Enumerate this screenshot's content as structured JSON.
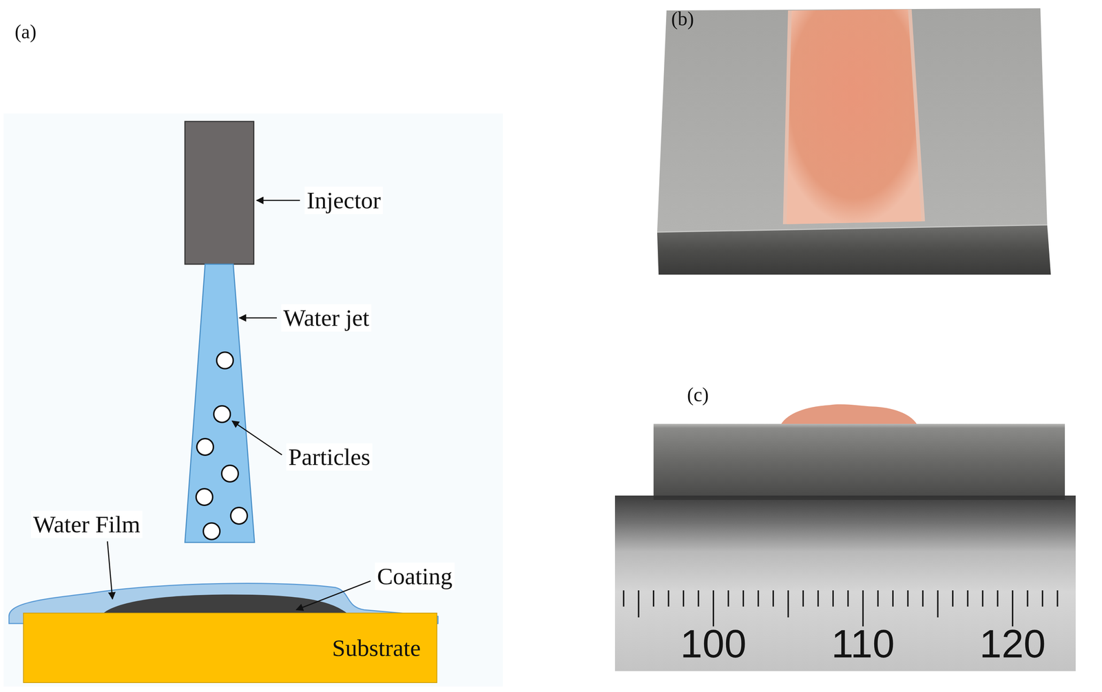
{
  "diagram": {
    "nodes": [
      {
        "text": [
          "Substrate"
        ]
      }
    ],
    "labels": [
      "(a)",
      "Injector",
      "Water jet",
      "Particles",
      "Water Film",
      "Coating",
      "(b)",
      "(c)",
      "100",
      "110",
      "120"
    ]
  }
}
